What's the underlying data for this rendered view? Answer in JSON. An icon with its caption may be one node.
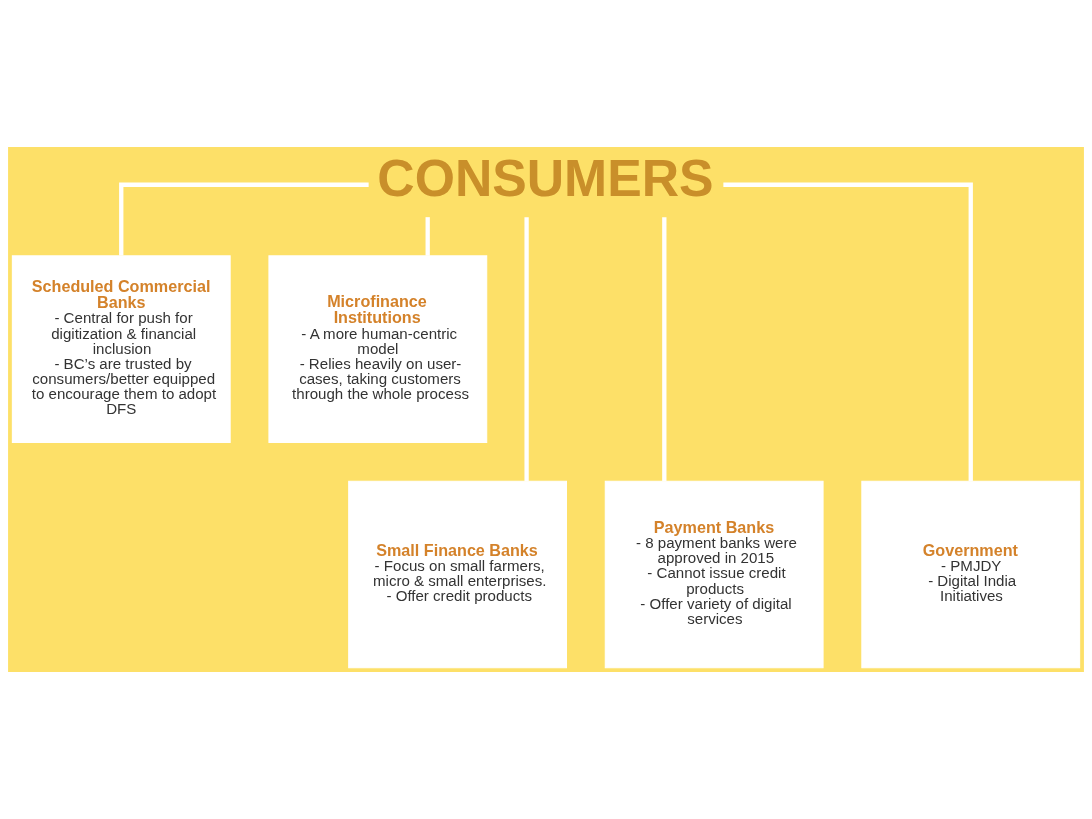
{
  "diagram": {
    "nodes": [
      {
        "text": [
          "CONSUMERS"
        ]
      },
      {
        "text": [
          "Scheduled Commercial Banks",
          "- Central for push for digitization & financial inclusion",
          "- BC’s are trusted by consumers/better equipped to encourage them to adopt DFS"
        ]
      },
      {
        "text": [
          "Microfinance Institutions",
          "- A more human-centric model",
          "- Relies heavily on user-cases, taking customers through the whole process"
        ]
      },
      {
        "text": [
          "Small Finance Banks",
          "- Focus on small farmers, micro & small enterprises.",
          "- Offer credit products"
        ]
      },
      {
        "text": [
          "Payment Banks",
          "- 8 payment banks were approved in 2015",
          "- Cannot issue credit products",
          "- Offer variety of digital services"
        ]
      },
      {
        "text": [
          "Government",
          "- PMJDY",
          "- Digital India Initiatives"
        ]
      }
    ],
    "edges": [
      {
        "from": 0,
        "to": 3,
        "arrow": "none"
      },
      {
        "from": 0,
        "to": 1,
        "arrow": "none"
      },
      {
        "from": 0,
        "to": 4,
        "arrow": "none"
      },
      {
        "from": 0,
        "to": 2,
        "arrow": "none"
      },
      {
        "from": 0,
        "to": 5,
        "arrow": "none"
      }
    ]
  }
}
